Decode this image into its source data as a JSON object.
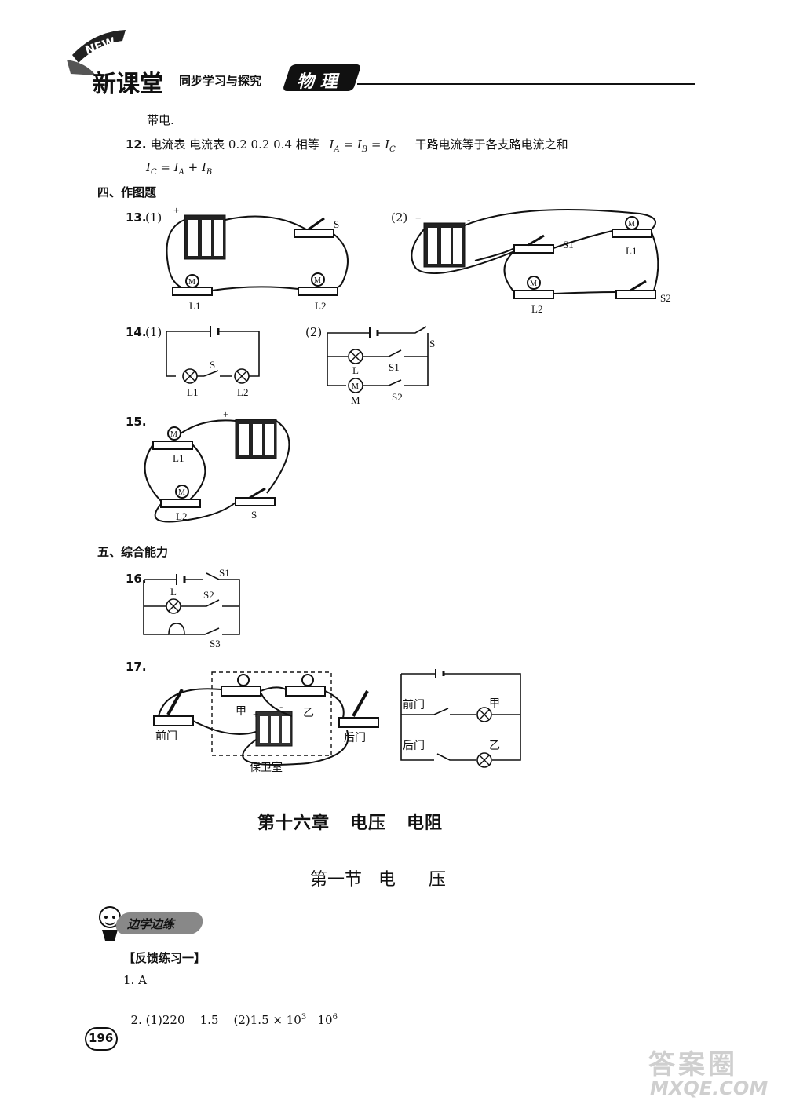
{
  "header": {
    "badge": "NEW",
    "brand": "新课堂",
    "subtitle": "同步学习与探究",
    "subject": "物 理"
  },
  "answers": {
    "line_11_tail": "带电.",
    "q12_num": "12.",
    "q12_text": "电流表   电流表   0.2   0.2   0.4   相等",
    "q12_formula1": "IA = IB = IC",
    "q12_text2": "干路电流等于各支路电流之和",
    "q12_formula2": "IC = IA + IB",
    "section4": "四、作图题",
    "q13": "13.",
    "q13_p1": "(1)",
    "q13_p2": "(2)",
    "q14": "14.",
    "q14_p1": "(1)",
    "q14_p2": "(2)",
    "q15": "15.",
    "section5": "五、综合能力",
    "q16": "16.",
    "q17": "17."
  },
  "labels": {
    "plus": "+",
    "minus": "-",
    "S": "S",
    "S1": "S1",
    "S2": "S2",
    "S3": "S3",
    "L": "L",
    "L1": "L1",
    "L2": "L2",
    "M": "M",
    "motor": "M",
    "jia": "甲",
    "yi": "乙",
    "front_door": "前门",
    "back_door": "后门",
    "guard_room": "保卫室"
  },
  "chapter": {
    "title": "第十六章   电压   电阻",
    "section": "第一节   电      压",
    "practice_badge": "边学边练",
    "feedback": "【反馈练习一】",
    "a1": "1. A",
    "a2_prefix": "2. (1)220    1.5    (2)1.5 × 10",
    "a2_exp": "3",
    "a2_mid": "   10",
    "a2_exp2": "6"
  },
  "footer": {
    "page_number": "196",
    "watermark": "答案圈",
    "watermark_url": "MXQE.COM"
  }
}
